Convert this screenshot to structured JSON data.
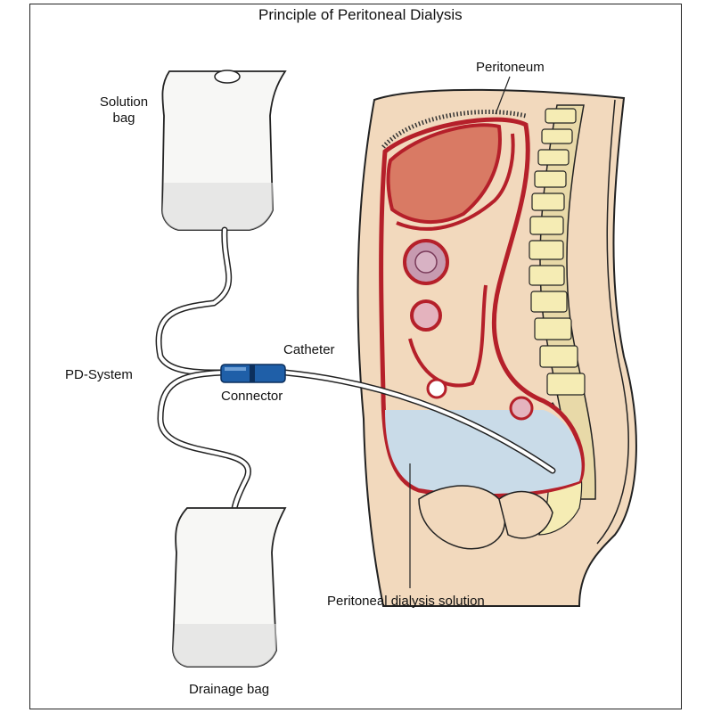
{
  "title": "Principle of Peritoneal Dialysis",
  "labels": {
    "solution_bag_line1": "Solution",
    "solution_bag_line2": "bag",
    "peritoneum": "Peritoneum",
    "catheter": "Catheter",
    "pd_system": "PD-System",
    "connector": "Connector",
    "dialysis_solution": "Peritoneal dialysis solution",
    "drainage_bag": "Drainage bag"
  },
  "colors": {
    "skin": "#f2d9bd",
    "vessel_red": "#b5202a",
    "liver": "#d97a64",
    "solution_blue": "#c9dbe8",
    "vertebra": "#f5ecb4",
    "connector_blue": "#1f5fa8",
    "bag_fill": "#f7f7f5"
  }
}
